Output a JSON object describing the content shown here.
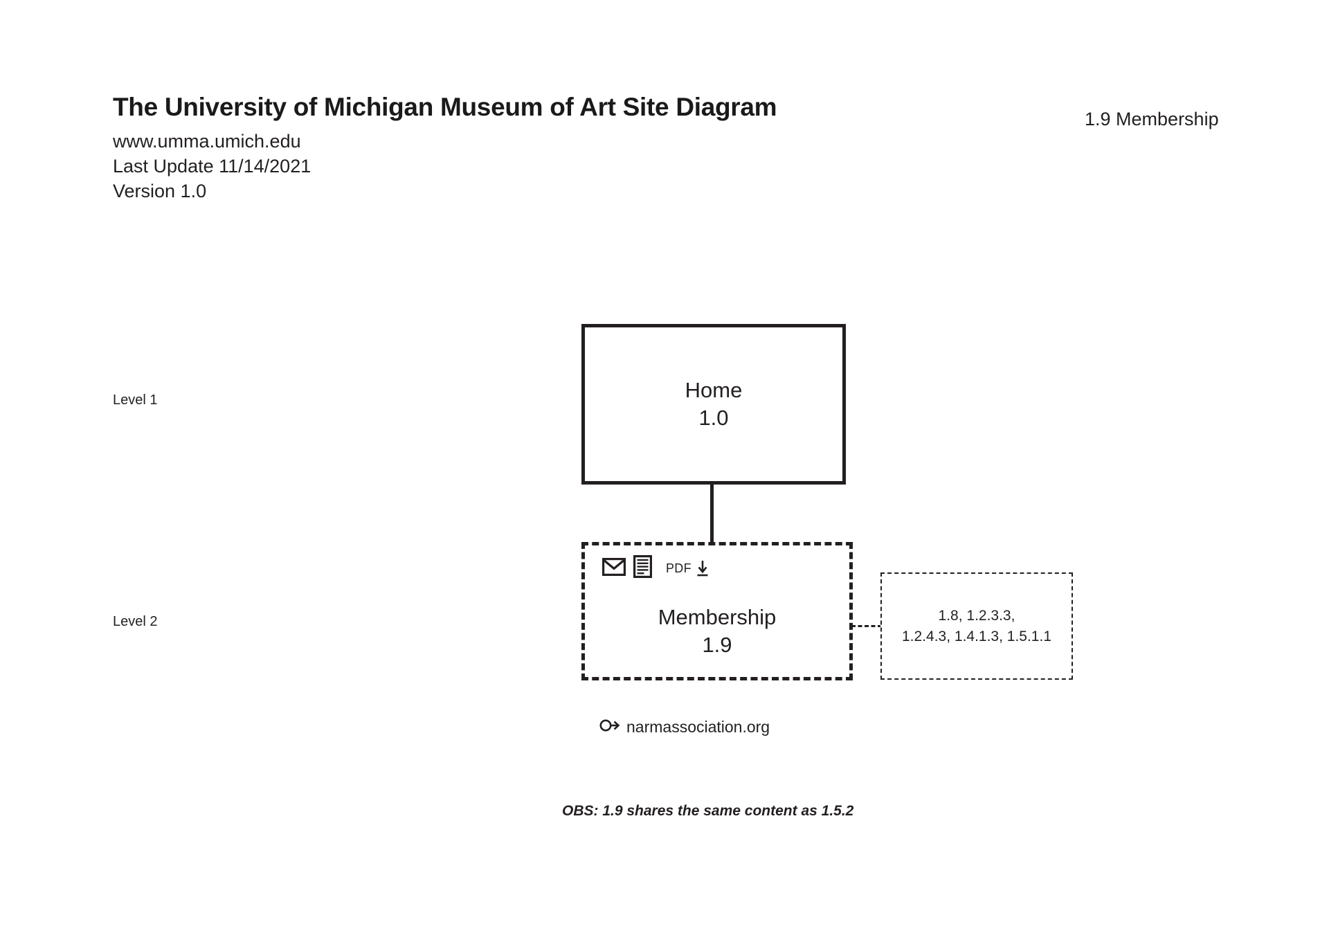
{
  "header": {
    "title": "The University of Michigan Museum of Art Site Diagram",
    "website": "www.umma.umich.edu",
    "last_update": "Last Update 11/14/2021",
    "version": "Version 1.0",
    "page_label": "1.9  Membership"
  },
  "levels": {
    "level_1": "Level 1",
    "level_2": "Level 2"
  },
  "nodes": {
    "home": {
      "title": "Home",
      "number": "1.0"
    },
    "membership": {
      "title": "Membership",
      "number": "1.9",
      "icons": [
        "envelope-icon",
        "document-icon",
        "pdf-download-icon"
      ],
      "pdf_label": "PDF"
    }
  },
  "reference_box": {
    "line_1": "1.8, 1.2.3.3,",
    "line_2": "1.2.4.3, 1.4.1.3, 1.5.1.1"
  },
  "external_link": {
    "icon": "external-link-icon",
    "label": "narmassociation.org"
  },
  "note": {
    "text": "OBS:  1.9 shares the same content as 1.5.2"
  },
  "colors": {
    "ink": "#231f20",
    "background": "#ffffff"
  }
}
